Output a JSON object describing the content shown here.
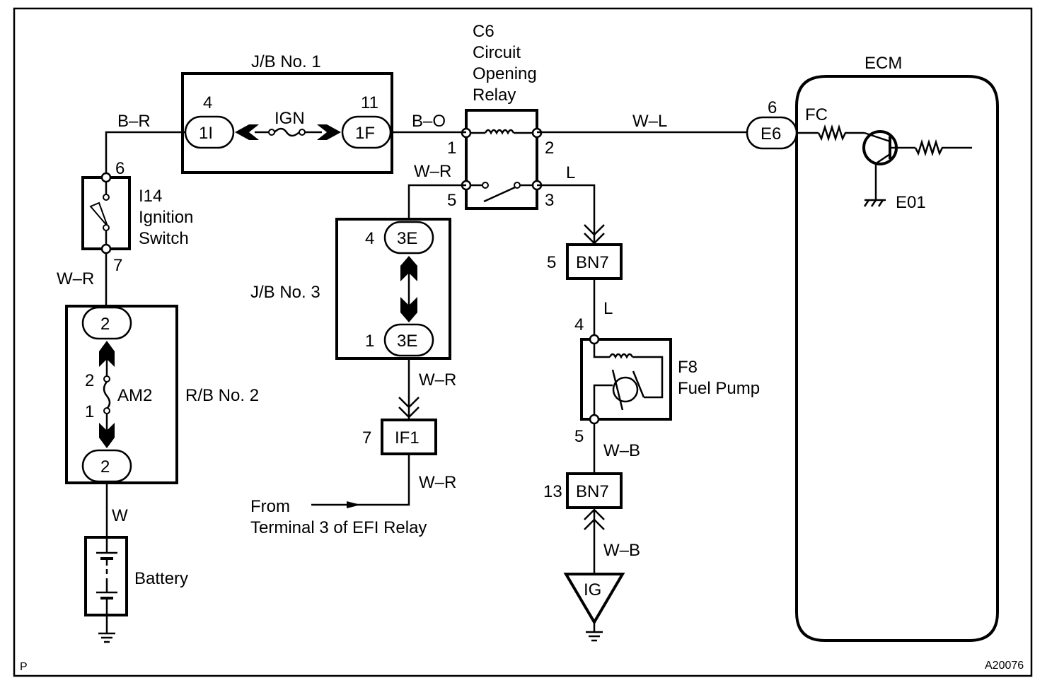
{
  "diagram": {
    "corner_label": "P",
    "figure_id": "A20076",
    "components": {
      "jb1": {
        "title": "J/B No. 1",
        "left_pin": "4",
        "left_conn": "1I",
        "fuse": "IGN",
        "right_pin": "11",
        "right_conn": "1F"
      },
      "relay": {
        "id": "C6",
        "name_line1": "Circuit",
        "name_line2": "Opening",
        "name_line3": "Relay",
        "pin1": "1",
        "pin2": "2",
        "pin3": "3",
        "pin5": "5"
      },
      "ecm": {
        "title": "ECM",
        "pin": "6",
        "conn": "E6",
        "terminal_fc": "FC",
        "terminal_e01": "E01"
      },
      "ignition_switch": {
        "id": "I14",
        "name_line1": "Ignition",
        "name_line2": "Switch",
        "pin_top": "6",
        "pin_bottom": "7"
      },
      "rb2": {
        "title": "R/B No. 2",
        "conn_top": "2",
        "conn_bottom": "2",
        "fuse": "AM2",
        "fuse_pin_top": "2",
        "fuse_pin_bottom": "1"
      },
      "battery": {
        "label": "Battery"
      },
      "jb3": {
        "title": "J/B No. 3",
        "top_pin": "4",
        "top_conn": "3E",
        "bottom_pin": "1",
        "bottom_conn": "3E"
      },
      "if1": {
        "pin": "7",
        "conn": "IF1"
      },
      "efi_source": {
        "line1": "From",
        "line2": "Terminal 3 of EFI Relay"
      },
      "bn7_top": {
        "pin": "5",
        "conn": "BN7"
      },
      "fuel_pump": {
        "id": "F8",
        "name": "Fuel Pump",
        "pin_top": "4",
        "pin_bottom": "5"
      },
      "bn7_bottom": {
        "pin": "13",
        "conn": "BN7"
      },
      "ground_ig": {
        "label": "IG"
      }
    },
    "wires": {
      "ign_sw_to_jb1": "B–R",
      "jb1_to_relay": "B–O",
      "relay_to_ecm": "W–L",
      "relay5_to_jb3": "W–R",
      "relay3_to_bn7": "L",
      "ign_sw_to_rb2": "W–R",
      "rb2_to_battery": "W",
      "jb3_to_if1": "W–R",
      "if1_to_efi": "W–R",
      "bn7_to_pump": "L",
      "pump_to_bn7": "W–B",
      "bn7_to_ground": "W–B"
    }
  }
}
